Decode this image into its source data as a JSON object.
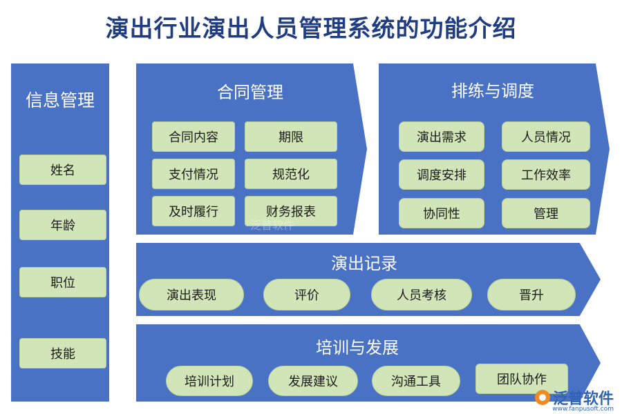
{
  "title": "演出行业演出人员管理系统的功能介绍",
  "info": {
    "title": "信息管理",
    "items": [
      "姓名",
      "年龄",
      "职位",
      "技能"
    ]
  },
  "contract": {
    "title": "合同管理",
    "items": [
      "合同内容",
      "期限",
      "支付情况",
      "规范化",
      "及时履行",
      "财务报表"
    ]
  },
  "rehearsal": {
    "title": "排练与调度",
    "items": [
      "演出需求",
      "人员情况",
      "调度安排",
      "工作效率",
      "协同性",
      "管理"
    ]
  },
  "record": {
    "title": "演出记录",
    "items": [
      "演出表现",
      "评价",
      "人员考核",
      "晋升"
    ]
  },
  "training": {
    "title": "培训与发展",
    "items": [
      "培训计划",
      "发展建议",
      "沟通工具",
      "团队协作"
    ]
  },
  "watermark": {
    "text": "泛普软件",
    "url": "www.fanpusoft.com"
  },
  "colors": {
    "panel": "#4a72c4",
    "chip": "#d1e5b9",
    "title": "#1f3d80"
  }
}
